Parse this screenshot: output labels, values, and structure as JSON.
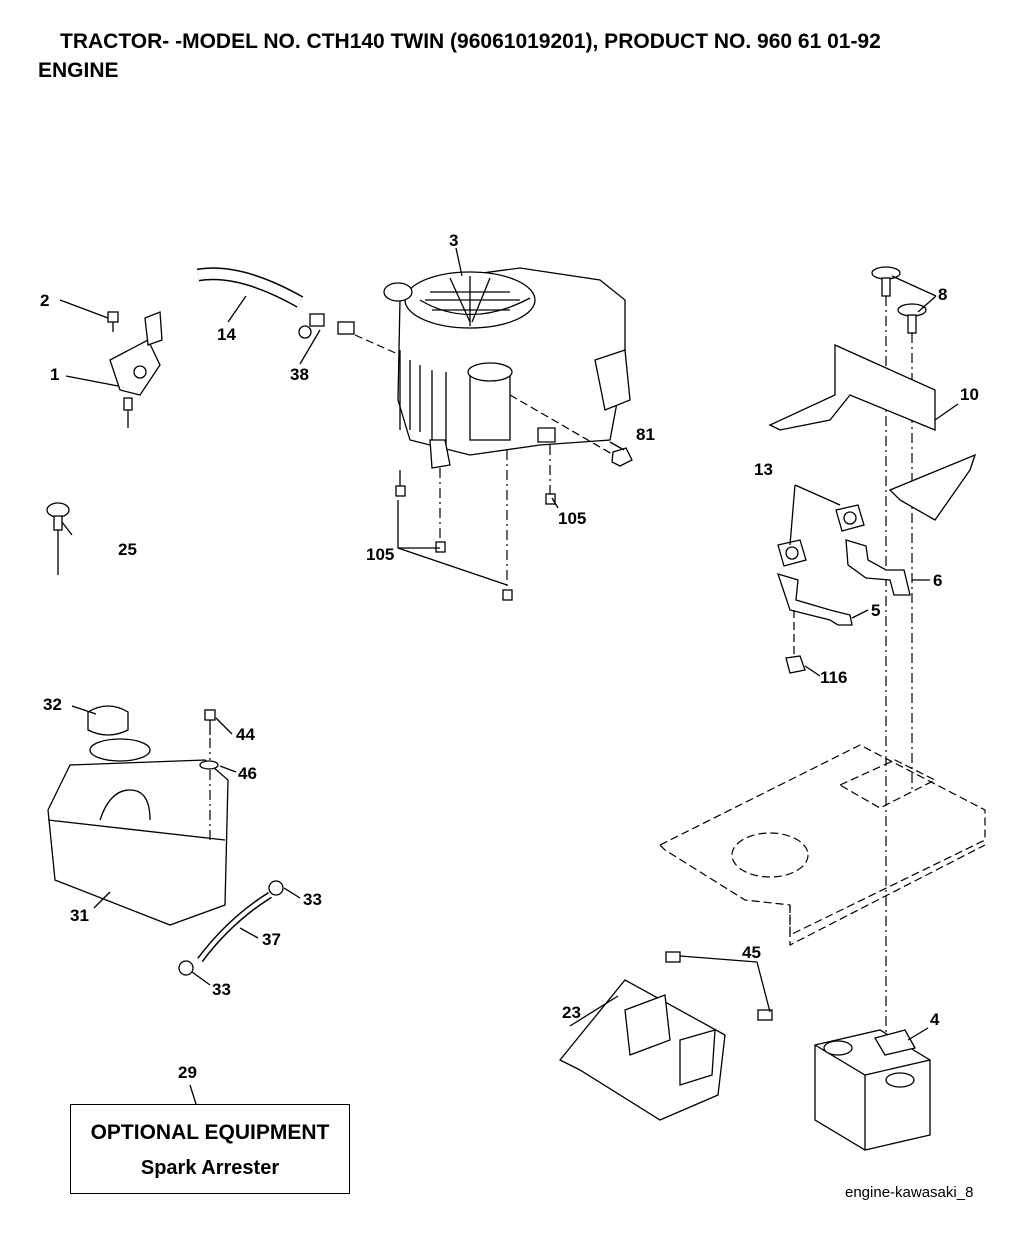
{
  "header": {
    "title": "TRACTOR- -MODEL NO. CTH140 TWIN (96061019201), PRODUCT NO. 960 61 01-92",
    "section": "ENGINE"
  },
  "callouts": {
    "c1": "1",
    "c2": "2",
    "c3": "3",
    "c4": "4",
    "c5": "5",
    "c6": "6",
    "c8": "8",
    "c10": "10",
    "c13": "13",
    "c14": "14",
    "c23": "23",
    "c25": "25",
    "c29": "29",
    "c31": "31",
    "c32": "32",
    "c33a": "33",
    "c33b": "33",
    "c37": "37",
    "c38": "38",
    "c44": "44",
    "c45": "45",
    "c46": "46",
    "c81": "81",
    "c105a": "105",
    "c105b": "105",
    "c116": "116"
  },
  "optional_box": {
    "title": "OPTIONAL EQUIPMENT",
    "item": "Spark Arrester"
  },
  "footer": {
    "code": "engine-kawasaki_8"
  }
}
